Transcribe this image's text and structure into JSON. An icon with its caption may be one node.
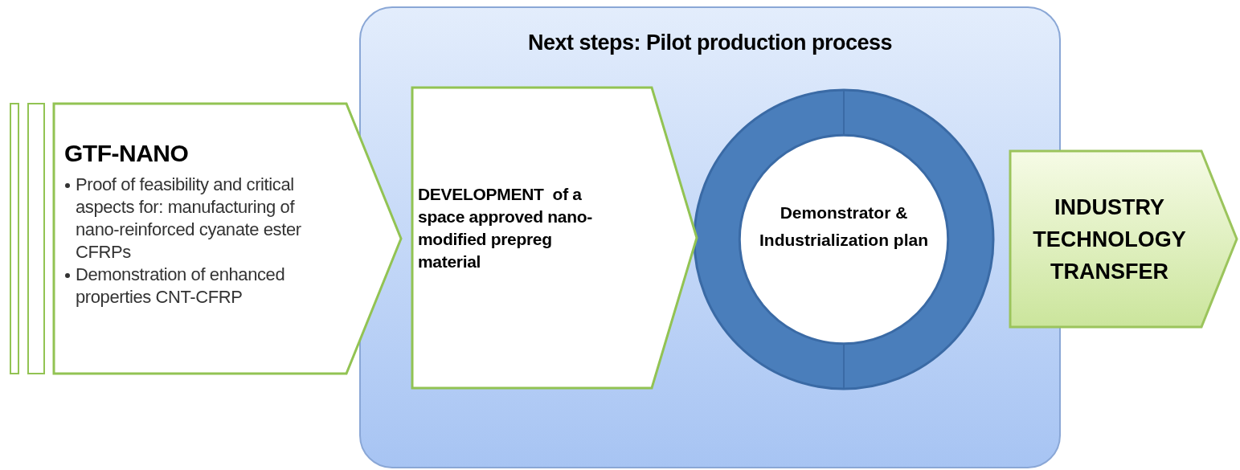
{
  "diagram": {
    "nodes": [
      {
        "text": [],
        "shape": "bar"
      },
      {
        "text": [],
        "shape": "bar"
      },
      {
        "text": [
          "GTF-NANO",
          "Proof of feasibility and critical aspects for: manufacturing of nano-reinforced cyanate ester CFRPs",
          "Demonstration of enhanced properties CNT-CFRP"
        ]
      },
      {
        "text": [
          "Next steps: Pilot production process"
        ]
      },
      {
        "text": [
          "DEVELOPMENT  of a space approved nano-modified prepreg material"
        ],
        "in": 3
      },
      {
        "text": [
          "Demonstrator & Industrialization plan"
        ],
        "in": 3
      },
      {
        "text": [
          "INDUSTRY TECHNOLOGY TRANSFER"
        ]
      }
    ]
  }
}
